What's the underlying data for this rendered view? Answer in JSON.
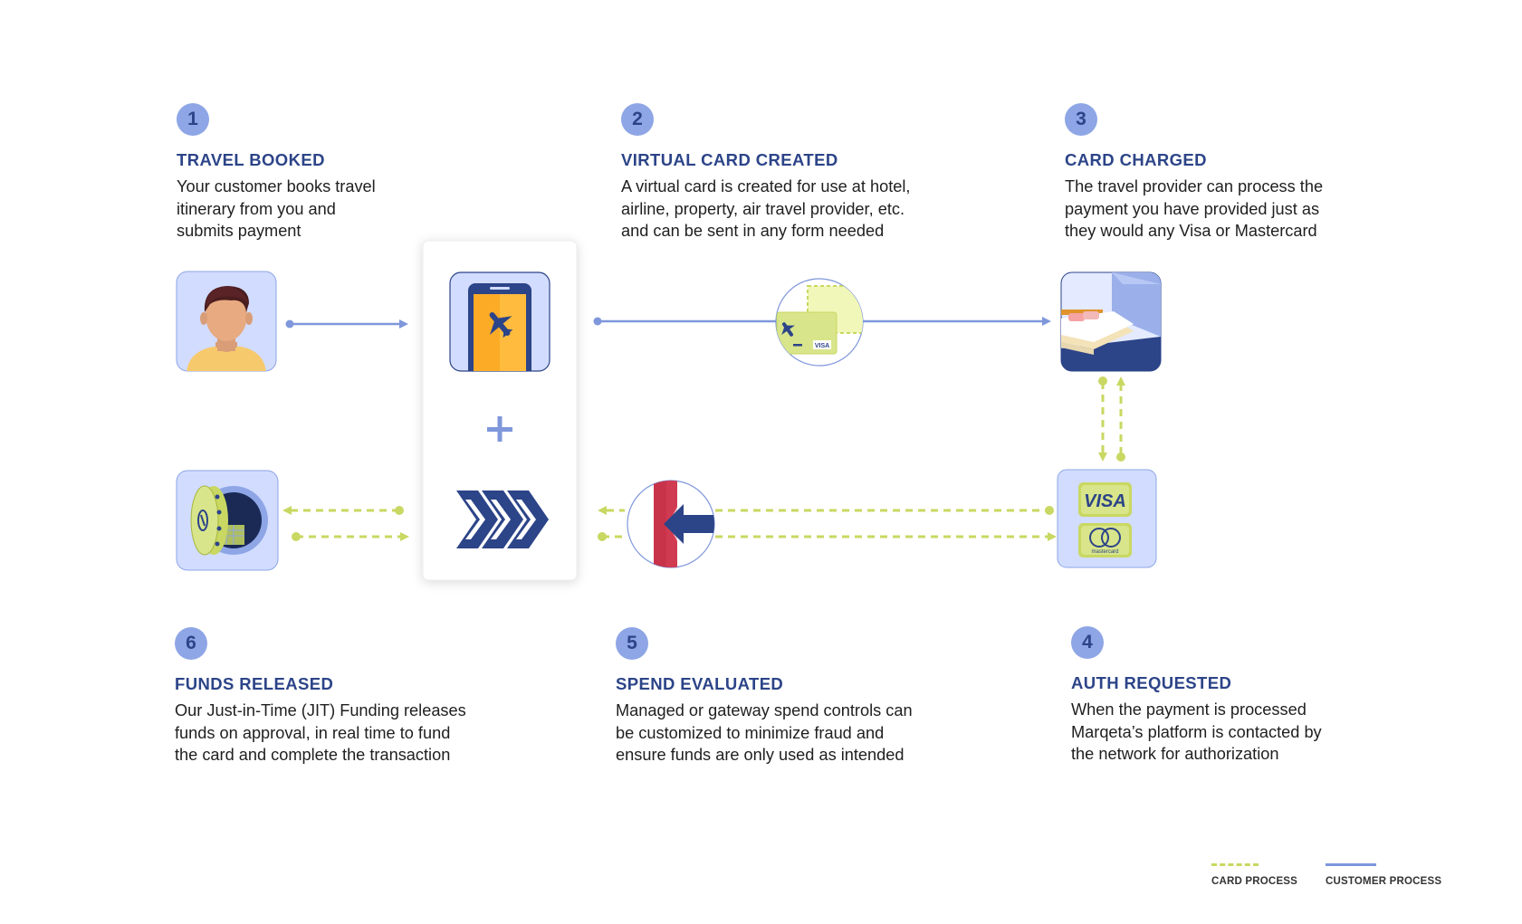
{
  "steps": [
    {
      "number": "1",
      "title": "TRAVEL BOOKED",
      "lines": [
        "Your customer books travel",
        "itinerary from you and",
        "submits payment"
      ]
    },
    {
      "number": "2",
      "title": "VIRTUAL CARD CREATED",
      "lines": [
        "A virtual card is created for use at hotel,",
        "airline, property, air travel provider, etc.",
        "and can be sent in any form needed"
      ]
    },
    {
      "number": "3",
      "title": "CARD CHARGED",
      "lines": [
        "The travel provider can process the",
        "payment you have provided just as",
        "they would any Visa or Mastercard"
      ]
    },
    {
      "number": "4",
      "title": "AUTH REQUESTED",
      "lines": [
        "When the payment is processed",
        "Marqeta’s platform is contacted by",
        "the network for authorization"
      ]
    },
    {
      "number": "5",
      "title": "SPEND EVALUATED",
      "lines": [
        "Managed or gateway spend controls can",
        "be customized to minimize fraud and",
        "ensure funds are only used as intended"
      ]
    },
    {
      "number": "6",
      "title": "FUNDS RELEASED",
      "lines": [
        "Our Just-in-Time (JIT) Funding releases",
        "funds on approval, in real time to fund",
        "the card and complete the transaction"
      ]
    }
  ],
  "nodes": {
    "customer": {
      "icon": "person-icon"
    },
    "phone": {
      "icon": "phone-flight-icon"
    },
    "plus": {
      "icon": "plus-icon",
      "symbol": "+"
    },
    "marqeta": {
      "icon": "marqeta-chevrons-logo"
    },
    "virtual_card": {
      "icon": "virtual-card-icon",
      "brand_text": "VISA"
    },
    "hotel": {
      "icon": "hotel-room-icon"
    },
    "networks": {
      "icon": "card-network-logos",
      "visa_text": "VISA",
      "mastercard_text": "mastercard"
    },
    "spend_controls": {
      "icon": "spend-controls-icon"
    },
    "vault": {
      "icon": "vault-icon"
    }
  },
  "legend": [
    {
      "label": "CARD PROCESS",
      "style": "dashed",
      "color": "#c9d862"
    },
    {
      "label": "CUSTOMER PROCESS",
      "style": "solid",
      "color": "#7f97db"
    }
  ],
  "colors": {
    "primary_dark": "#2c4488",
    "customer_line": "#7f97db",
    "card_line": "#c9d862",
    "tile_bg": "#d2dcff",
    "badge": "#8ea6e6"
  }
}
